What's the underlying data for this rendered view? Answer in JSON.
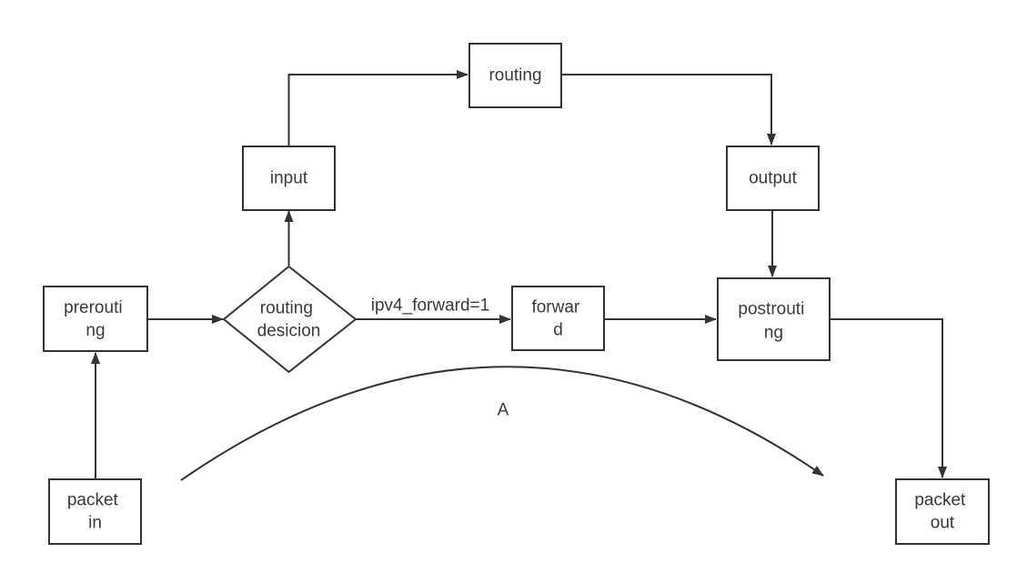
{
  "diagram": {
    "type": "flowchart",
    "colors": {
      "background": "#ffffff",
      "stroke": "#333333",
      "text": "#3a3a3a"
    },
    "nodes": {
      "routing": {
        "label": "routing",
        "shape": "rect"
      },
      "input": {
        "label": "input",
        "shape": "rect"
      },
      "output": {
        "label": "output",
        "shape": "rect"
      },
      "prerouting": {
        "line1": "prerouti",
        "line2": "ng",
        "shape": "rect"
      },
      "decision": {
        "line1": "routing",
        "line2": "desicion",
        "shape": "diamond"
      },
      "forward": {
        "line1": "forwar",
        "line2": "d",
        "shape": "rect"
      },
      "postrouting": {
        "line1": "postrouti",
        "line2": "ng",
        "shape": "rect"
      },
      "packet_in": {
        "line1": "packet",
        "line2": "in",
        "shape": "rect"
      },
      "packet_out": {
        "line1": "packet",
        "line2": "out",
        "shape": "rect"
      }
    },
    "labels": {
      "forward_condition": "ipv4_forward=1",
      "curve": "A"
    },
    "edges": [
      {
        "from": "packet_in",
        "to": "prerouting"
      },
      {
        "from": "prerouting",
        "to": "decision"
      },
      {
        "from": "decision",
        "to": "input"
      },
      {
        "from": "input",
        "to": "routing"
      },
      {
        "from": "routing",
        "to": "output"
      },
      {
        "from": "output",
        "to": "postrouting"
      },
      {
        "from": "decision",
        "to": "forward",
        "label": "ipv4_forward=1"
      },
      {
        "from": "forward",
        "to": "postrouting"
      },
      {
        "from": "postrouting",
        "to": "packet_out"
      },
      {
        "from": "packet_in_area",
        "to": "packet_out_area",
        "label": "A",
        "style": "curved"
      }
    ]
  }
}
